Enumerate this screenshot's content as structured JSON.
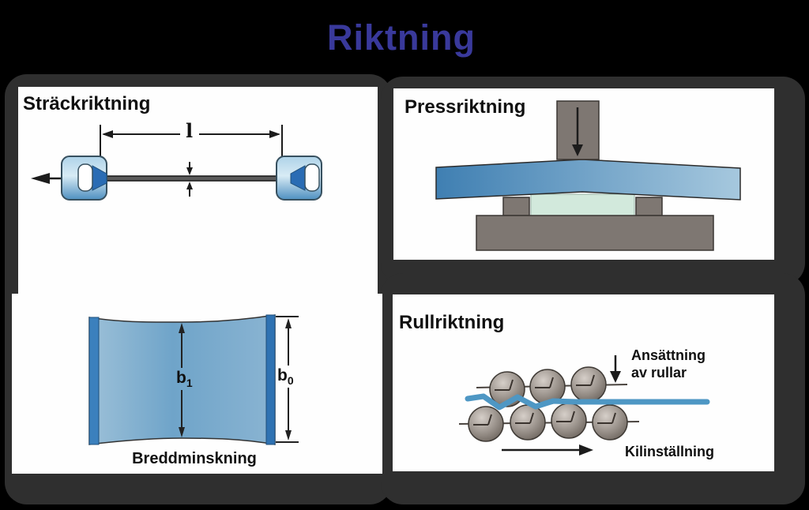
{
  "title": {
    "text": "Riktning"
  },
  "panels": {
    "stretch": {
      "heading": "Sträckriktning",
      "dim_label": "l"
    },
    "width": {
      "b1": {
        "base": "b",
        "sub": "1"
      },
      "b0": {
        "base": "b",
        "sub": "0"
      },
      "caption": "Breddminskning"
    },
    "press": {
      "heading": "Pressriktning"
    },
    "roll": {
      "heading": "Rullriktning",
      "adjust_label_line1": "Ansättning",
      "adjust_label_line2": "av rullar",
      "wedge_label": "Kilinställning"
    }
  },
  "colors": {
    "background": "#000000",
    "panel_frame": "#2f2f2f",
    "panel_background": "#fefefe",
    "title_blue": "#39399b",
    "steel_blue": "#4e97c4",
    "sheet_blue_dark": "#3f7fb2",
    "sheet_blue_light": "#a6c8de",
    "clamp_blue": "#4e8fc0",
    "wedge_blue": "#2a6cb4",
    "machine_gray": "#7e7772",
    "mint_block": "#d2e9dc"
  }
}
